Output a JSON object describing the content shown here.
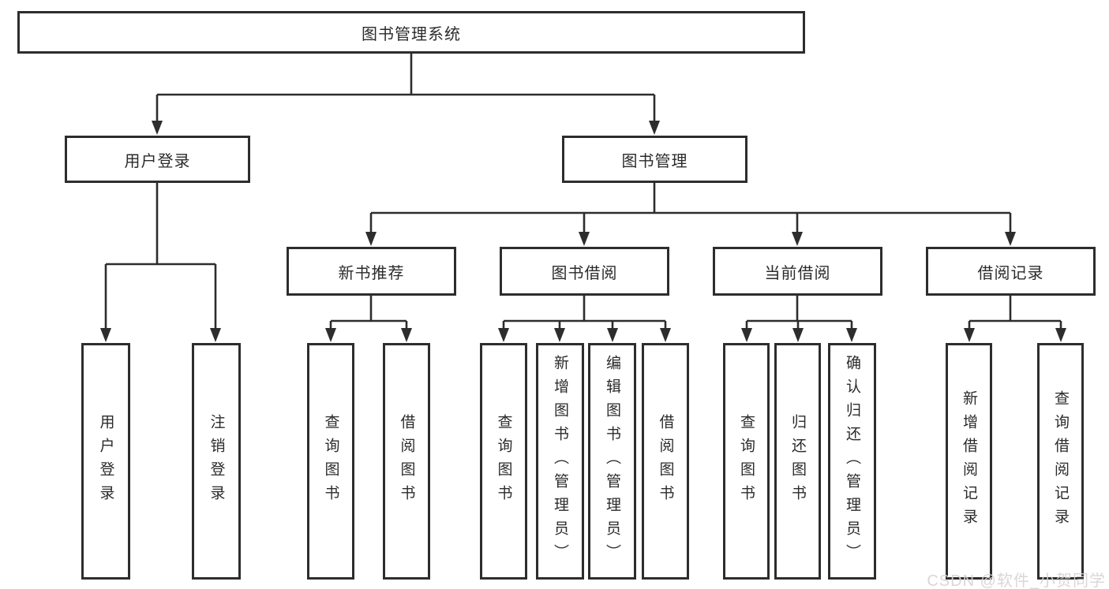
{
  "diagram": {
    "title": "图书管理系统",
    "watermark": "CSDN @软件_小贺同学",
    "colors": {
      "line": "#2d2d2d",
      "border": "#2d2d2d",
      "text": "#2b2b2b",
      "background": "#ffffff",
      "watermark_text": "#d8d2d2"
    },
    "tree": {
      "root": {
        "label": "图书管理系统"
      },
      "branches": [
        {
          "label": "用户登录",
          "children": [
            {
              "label": "用户登录"
            },
            {
              "label": "注销登录"
            }
          ]
        },
        {
          "label": "图书管理",
          "children": [
            {
              "label": "新书推荐",
              "children": [
                {
                  "label": "查询图书"
                },
                {
                  "label": "借阅图书"
                }
              ]
            },
            {
              "label": "图书借阅",
              "children": [
                {
                  "label": "查询图书"
                },
                {
                  "label": "新增图书（管理员）"
                },
                {
                  "label": "编辑图书（管理员）"
                },
                {
                  "label": "借阅图书"
                }
              ]
            },
            {
              "label": "当前借阅",
              "children": [
                {
                  "label": "查询图书"
                },
                {
                  "label": "归还图书"
                },
                {
                  "label": "确认归还（管理员）"
                }
              ]
            },
            {
              "label": "借阅记录",
              "children": [
                {
                  "label": "新增借阅记录"
                },
                {
                  "label": "查询借阅记录"
                }
              ]
            }
          ]
        }
      ]
    }
  }
}
